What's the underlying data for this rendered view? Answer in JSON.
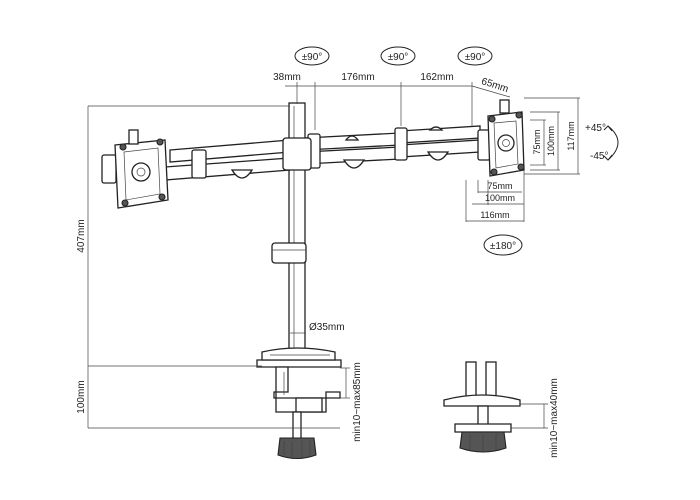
{
  "rotations": {
    "arm_joint_1": "±90°",
    "arm_joint_2": "±90°",
    "arm_joint_3": "±90°",
    "tilt_up": "+45°",
    "tilt_down": "-45°",
    "rotation": "±180°"
  },
  "dimensions": {
    "seg_38": "38mm",
    "seg_176": "176mm",
    "seg_162": "162mm",
    "seg_65": "65mm",
    "height_407": "407mm",
    "pole_dia": "Ø35mm",
    "clamp_100": "100mm",
    "clamp_range": "min10~max85mm",
    "grommet_range": "min10~max40mm",
    "vesa_75_w": "75mm",
    "vesa_100_w": "100mm",
    "vesa_116_w": "116mm",
    "vesa_75_h": "75mm",
    "vesa_100_h": "100mm",
    "vesa_117_h": "117mm"
  }
}
